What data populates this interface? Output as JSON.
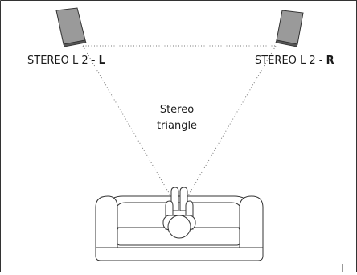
{
  "speaker_left": {
    "name": "STEREO L 2 - ",
    "channel": "L"
  },
  "speaker_right": {
    "name": "STEREO L 2 - ",
    "channel": "R"
  },
  "center_label": {
    "line1": "Stereo",
    "line2": "triangle"
  },
  "colors": {
    "speaker_fill": "#9a9a9a",
    "line": "#333333",
    "dotted": "#777777",
    "frame": "#333333"
  }
}
